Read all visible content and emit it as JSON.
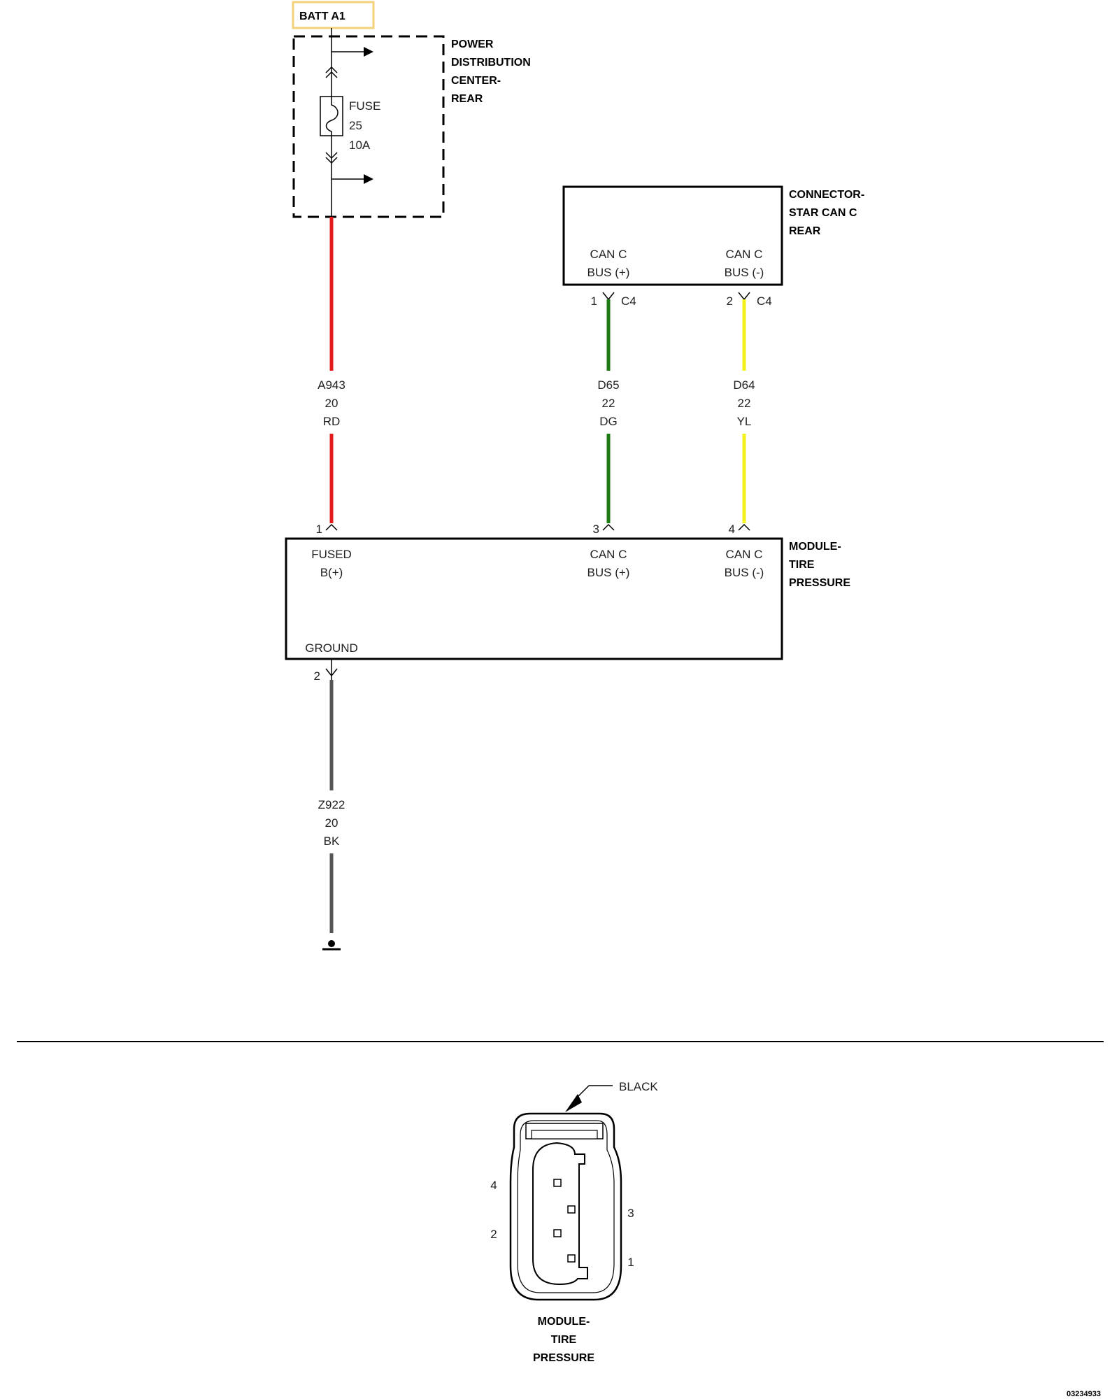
{
  "batt_label": "BATT A1",
  "pdc": {
    "name_lines": [
      "POWER",
      "DISTRIBUTION",
      "CENTER-",
      "REAR"
    ],
    "fuse_lines": [
      "FUSE",
      "25",
      "10A"
    ]
  },
  "connector_star": {
    "name_lines": [
      "CONNECTOR-",
      "STAR CAN C",
      "REAR"
    ],
    "pins": [
      {
        "label_lines": [
          "CAN C",
          "BUS (+)"
        ],
        "pin_number": "1",
        "connector": "C4"
      },
      {
        "label_lines": [
          "CAN C",
          "BUS (-)"
        ],
        "pin_number": "2",
        "connector": "C4"
      }
    ]
  },
  "wires": [
    {
      "id": "A943",
      "gauge": "20",
      "color_code": "RD",
      "color_hex": "#e31b1b"
    },
    {
      "id": "D65",
      "gauge": "22",
      "color_code": "DG",
      "color_hex": "#1e7a12"
    },
    {
      "id": "D64",
      "gauge": "22",
      "color_code": "YL",
      "color_hex": "#f3f21a"
    },
    {
      "id": "Z922",
      "gauge": "20",
      "color_code": "BK",
      "color_hex": "#555555"
    }
  ],
  "module": {
    "name_lines": [
      "MODULE-",
      "TIRE",
      "PRESSURE"
    ],
    "pins": [
      {
        "number": "1",
        "label_lines": [
          "FUSED",
          "B(+)"
        ]
      },
      {
        "number": "3",
        "label_lines": [
          "CAN C",
          "BUS (+)"
        ]
      },
      {
        "number": "4",
        "label_lines": [
          "CAN C",
          "BUS (-)"
        ]
      },
      {
        "number": "2",
        "label_lines": [
          "GROUND"
        ]
      }
    ]
  },
  "connector_view": {
    "color_label": "BLACK",
    "pin_numbers": [
      "4",
      "2",
      "3",
      "1"
    ],
    "name_lines": [
      "MODULE-",
      "TIRE",
      "PRESSURE"
    ]
  },
  "drawing_id": "03234933"
}
